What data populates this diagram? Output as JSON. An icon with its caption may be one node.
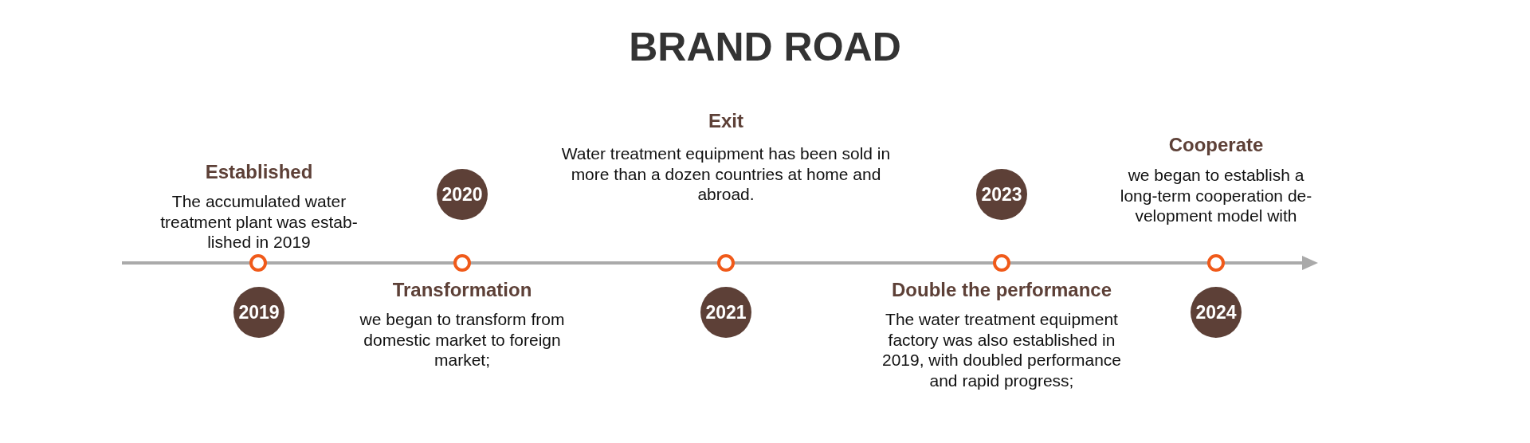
{
  "diagram": {
    "title": "BRAND ROAD",
    "nodes": [
      {
        "text": [
          "2019"
        ],
        "beside": [
          "Established",
          "The accumulated water treatment plant was estab- lished in 2019"
        ]
      },
      {
        "text": [
          "2020"
        ],
        "beside": [
          "Transformation",
          "we began to transform from domestic market to foreign market;"
        ]
      },
      {
        "text": [
          "2021"
        ],
        "beside": [
          "Exit",
          "Water treatment equipment has been sold in more than a dozen countries at home and abroad."
        ]
      },
      {
        "text": [
          "2023"
        ],
        "beside": [
          "Double the performance",
          "The water treatment equipment factory was also established in 2019, with doubled performance and rapid progress;"
        ]
      },
      {
        "text": [
          "2024"
        ],
        "beside": [
          "Cooperate",
          "we began to establish a long-term cooperation de- velopment model with"
        ]
      }
    ],
    "edges": []
  }
}
